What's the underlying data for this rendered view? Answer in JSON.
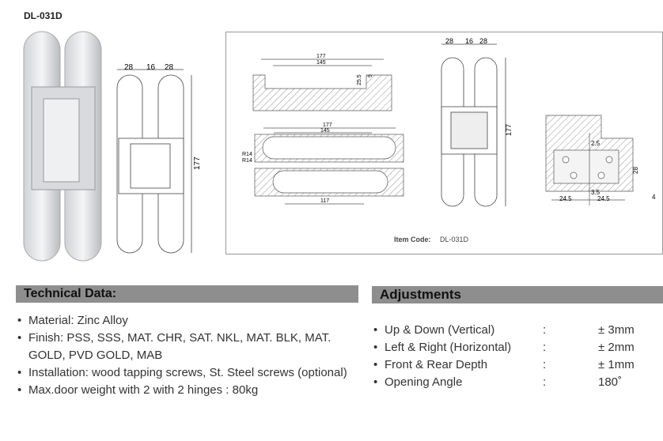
{
  "title": "DL-031D",
  "drawing": {
    "dims_side": [
      "28",
      "16",
      "28"
    ],
    "height": "177",
    "recess": {
      "total": "177",
      "inner": "145",
      "depth": "25.5",
      "step": "9"
    },
    "slot": {
      "total": "177",
      "inner": "145",
      "r1": "R14",
      "r2": "R14",
      "bottom": "117"
    },
    "section": {
      "gap": "2.5",
      "depth": "28",
      "left": "24.5",
      "right": "24.5",
      "center": "3.5",
      "edge": "4"
    },
    "item_code_label": "Item Code:",
    "item_code": "DL-031D"
  },
  "technical": {
    "heading": "Technical Data:",
    "items": [
      "Material: Zinc Alloy",
      "Finish: PSS, SSS, MAT. CHR, SAT. NKL, MAT. BLK, MAT. GOLD, PVD GOLD, MAB",
      "Installation: wood tapping screws, St. Steel screws (optional)",
      "Max.door weight with 2 with 2 hinges : 80kg"
    ]
  },
  "adjustments": {
    "heading": "Adjustments",
    "items": [
      {
        "label": "Up & Down (Vertical)",
        "sep": ":",
        "value": "± 3mm"
      },
      {
        "label": "Left & Right (Horizontal)",
        "sep": ":",
        "value": "± 2mm"
      },
      {
        "label": "Front & Rear Depth",
        "sep": ":",
        "value": "± 1mm"
      },
      {
        "label": "Opening Angle",
        "sep": ":",
        "value": "180˚"
      }
    ]
  }
}
